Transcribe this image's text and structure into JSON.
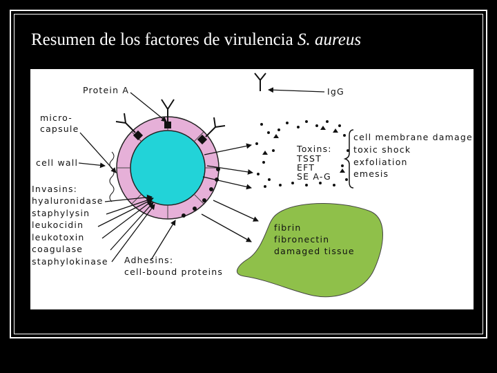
{
  "title": {
    "main": "Resumen de los factores de virulencia",
    "species": "S. aureus"
  },
  "diagram": {
    "protein_a": "Protein A",
    "igg": "IgG",
    "microcapsule": [
      "micro-",
      "capsule"
    ],
    "cell_wall": "cell wall",
    "invasins": [
      "Invasins:",
      "hyaluronidase",
      "staphylysin",
      "leukocidin",
      "leukotoxin",
      "coagulase",
      "staphylokinase"
    ],
    "toxins": [
      "Toxins:",
      "TSST",
      "EFT",
      "SE A-G"
    ],
    "toxin_effects": [
      "cell membrane damage",
      "toxic shock",
      "exfoliation",
      "emesis"
    ],
    "tissue": [
      "fibrin",
      "fibronectin",
      "damaged tissue"
    ],
    "adhesins": [
      "Adhesins:",
      "cell-bound proteins"
    ]
  },
  "colors": {
    "cell": "#22d3d8",
    "capsule": "#e6b0d8",
    "tissue": "#8fc04a",
    "background": "#000000",
    "panel": "#ffffff"
  }
}
